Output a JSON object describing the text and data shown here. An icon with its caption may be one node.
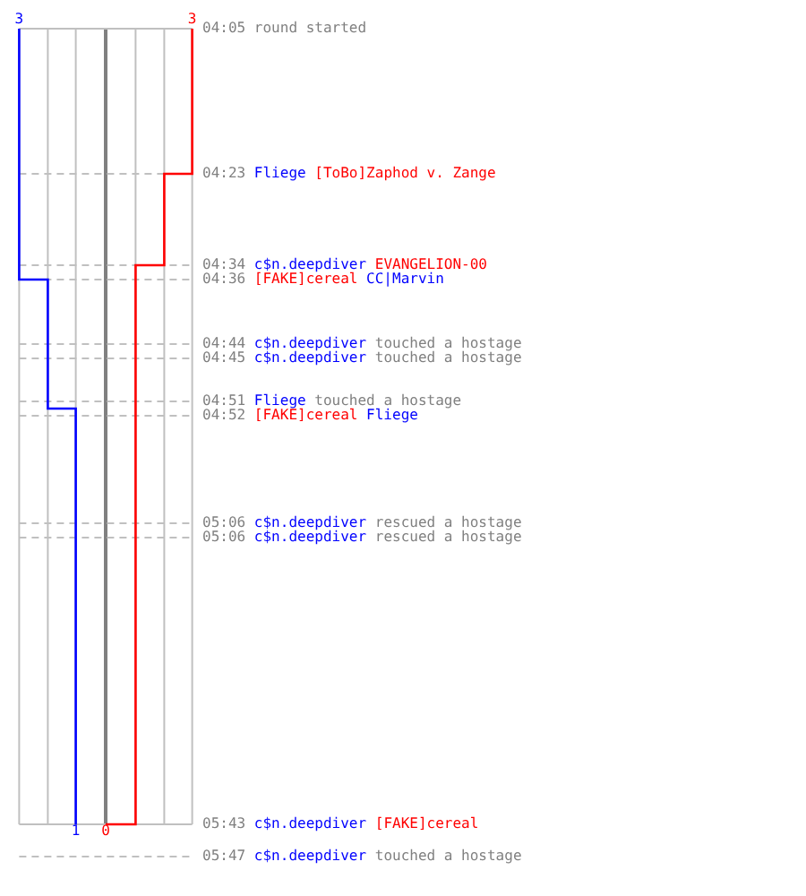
{
  "diagram": {
    "labels": [
      "3",
      "3",
      "04:05",
      "round started",
      "04:23",
      "Fliege",
      "[ToBo]Zaphod v. Zange",
      "04:34",
      "c$n.deepdiver",
      "EVANGELION-00",
      "04:36",
      "[FAKE]cereal",
      "CC|Marvin",
      "04:44",
      "c$n.deepdiver",
      "touched a hostage",
      "04:45",
      "c$n.deepdiver",
      "touched a hostage",
      "04:51",
      "Fliege",
      "touched a hostage",
      "04:52",
      "[FAKE]cereal",
      "Fliege",
      "05:06",
      "c$n.deepdiver",
      "rescued a hostage",
      "05:06",
      "c$n.deepdiver",
      "rescued a hostage",
      "1",
      "0",
      "05:43",
      "c$n.deepdiver",
      "[FAKE]cereal",
      "05:47",
      "c$n.deepdiver",
      "touched a hostage"
    ]
  }
}
